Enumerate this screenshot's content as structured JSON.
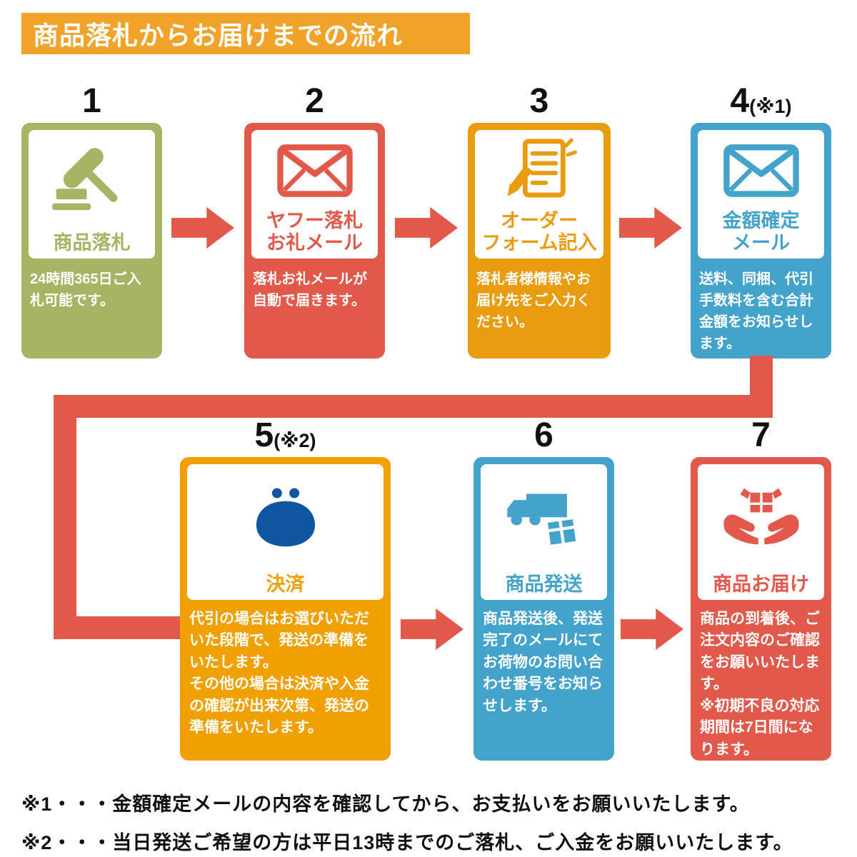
{
  "title": "商品落札からお届けまでの流れ",
  "colors": {
    "banner": "#f0a328",
    "arrow": "#e2594b",
    "purse_blue": "#0f55a0",
    "text": "#111111"
  },
  "steps": [
    {
      "number": "1",
      "note": "",
      "label": "商品落札",
      "description": "24時間365日ご入札可能です。",
      "color": "#a9b364",
      "icon": "gavel-icon"
    },
    {
      "number": "2",
      "note": "",
      "label": "ヤフー落札\nお礼メール",
      "description": "落札お礼メールが自動で届きます。",
      "color": "#e2594b",
      "icon": "envelope-icon"
    },
    {
      "number": "3",
      "note": "",
      "label": "オーダー\nフォーム記入",
      "description": "落札者様情報やお届け先をご入力ください。",
      "color": "#ea9c10",
      "icon": "form-pencil-icon"
    },
    {
      "number": "4",
      "note": "(※1)",
      "label": "金額確定\nメール",
      "description": "送料、同梱、代引手数料を含む合計金額をお知らせします。",
      "color": "#44a3cb",
      "icon": "envelope-icon"
    },
    {
      "number": "5",
      "note": "(※2)",
      "label": "決済",
      "description": "代引の場合はお選びいただいた段階で、発送の準備をいたします。\nその他の場合は決済や入金の確認が出来次第、発送の準備をいたします。",
      "color": "#f0a000",
      "icon": "coin-purse-icon"
    },
    {
      "number": "6",
      "note": "",
      "label": "商品発送",
      "description": "商品発送後、発送完了のメールにてお荷物のお問い合わせ番号をお知らせします。",
      "color": "#44a3cb",
      "icon": "truck-package-icon"
    },
    {
      "number": "7",
      "note": "",
      "label": "商品お届け",
      "description": "商品の到着後、ご注文内容のご確認をお願いいたします。\n※初期不良の対応期間は7日間になります。",
      "color": "#e2594b",
      "icon": "hands-package-icon"
    }
  ],
  "footnotes": [
    "※1・・・金額確定メールの内容を確認してから、お支払いをお願いいたします。",
    "※2・・・当日発送ご希望の方は平日13時までのご落札、ご入金をお願いいたします。"
  ]
}
